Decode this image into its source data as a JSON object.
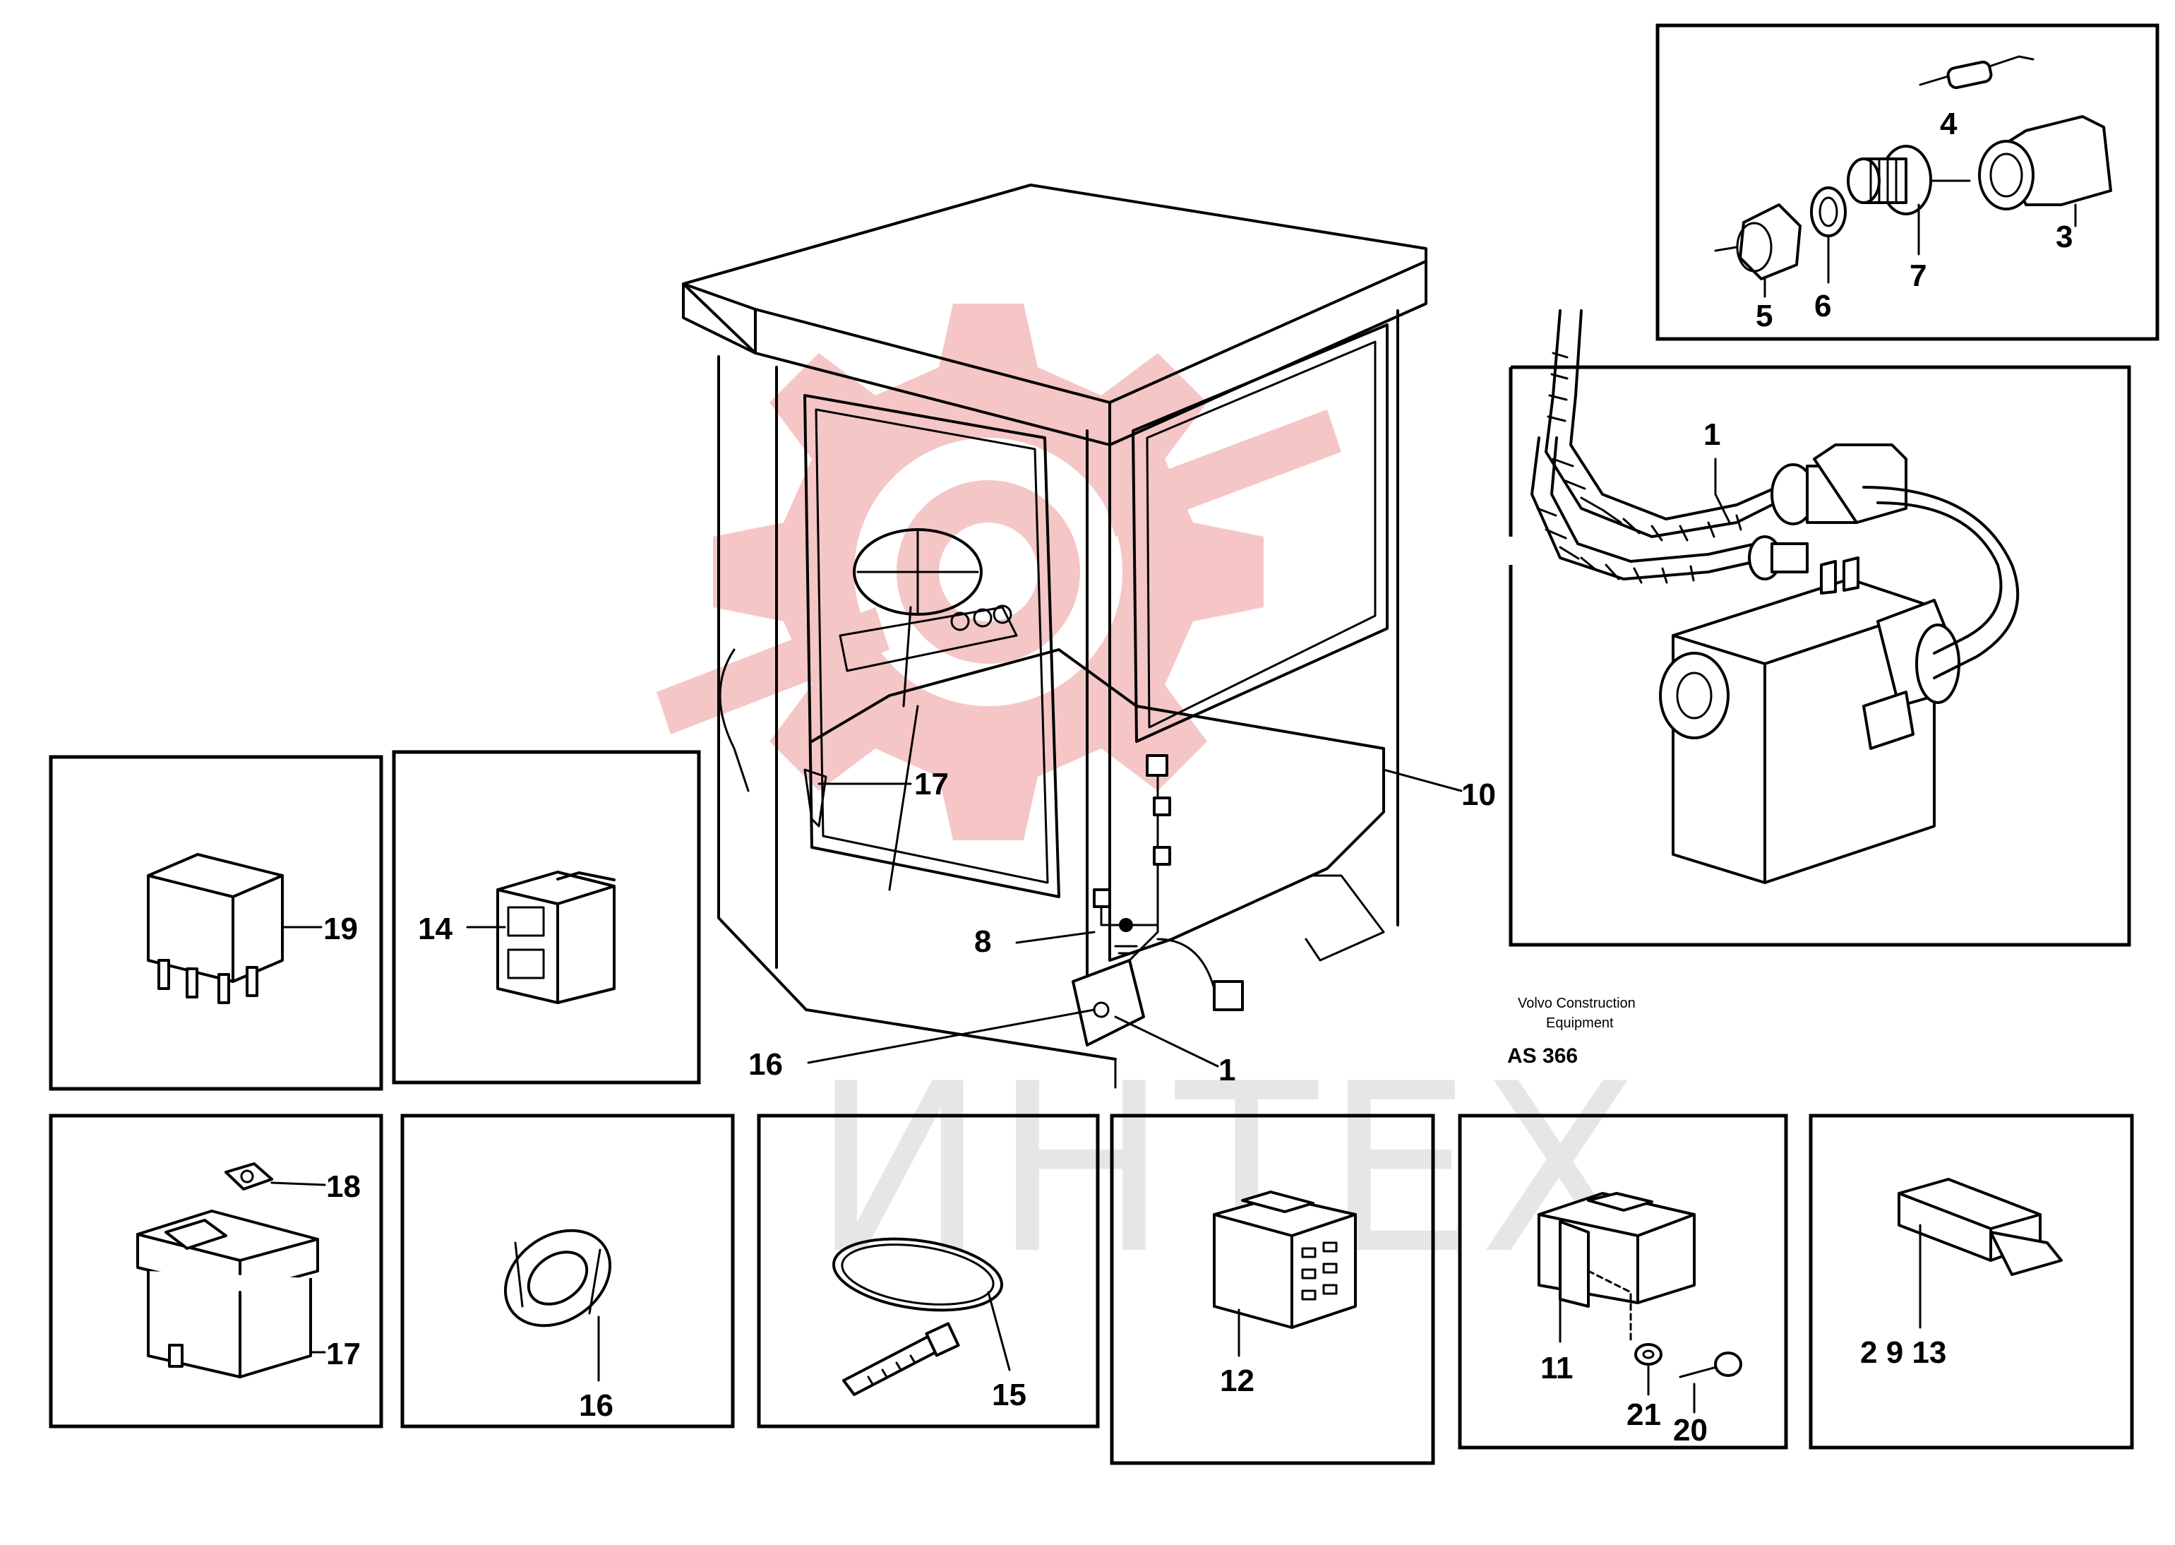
{
  "watermark": {
    "text": "ИНТЕХ",
    "gear_color": "#f5c0c0",
    "text_color": "#e6e6e6"
  },
  "footer": {
    "company_line1": "Volvo Construction",
    "company_line2": "Equipment",
    "code": "AS 366"
  },
  "labels": {
    "main_17": "17",
    "main_10": "10",
    "main_8": "8",
    "main_16": "16",
    "main_1": "1",
    "inset_4": "4",
    "inset_3": "3",
    "inset_5": "5",
    "inset_6": "6",
    "inset_7": "7",
    "valve_1": "1",
    "relay_19": "19",
    "holder_14": "14",
    "switch_18": "18",
    "switch_17": "17",
    "nut_16": "16",
    "tie_15": "15",
    "connector_12": "12",
    "bracket_11": "11",
    "washer_21": "21",
    "screw_20": "20",
    "plug_2_9_13": "2 9 13"
  },
  "icons": {
    "cab": "operator-cab-icon",
    "valve": "solenoid-valve-icon",
    "relay": "relay-icon",
    "switch": "rocker-switch-icon"
  }
}
